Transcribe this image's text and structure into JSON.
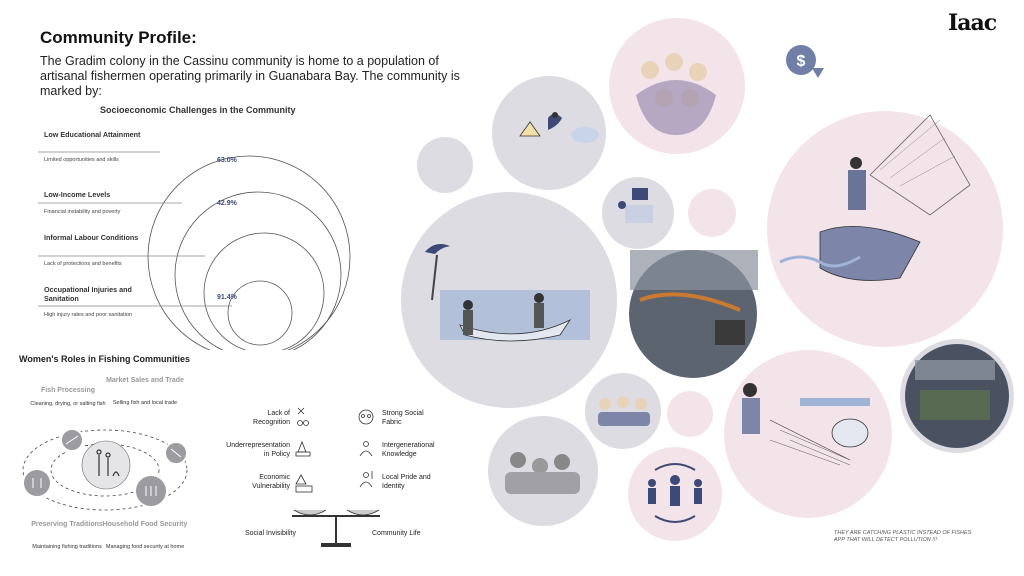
{
  "logo": {
    "text": "Iaac"
  },
  "profile": {
    "title": "Community Profile:",
    "intro": "The Gradim colony in the Cassinu community is home to a population of artisanal fishermen operating primarily in Guanabara Bay. The community is marked by:"
  },
  "challenges": {
    "title": "Socioeconomic Challenges in the Community",
    "items": [
      {
        "label": "Low Educational Attainment",
        "desc": "Limited opportunities and skills",
        "pct": "63.0%"
      },
      {
        "label": "Low-Income Levels",
        "desc": "Financial instability and poverty",
        "pct": "42.9%"
      },
      {
        "label": "Informal Labour Conditions",
        "desc": "Lack of protections and benefits",
        "pct": ""
      },
      {
        "label": "Occupational Injuries and Sanitation",
        "desc": "High injury rates and poor sanitation",
        "pct": "91.4%"
      }
    ]
  },
  "women": {
    "title": "Women's Roles in Fishing Communities",
    "roles": [
      {
        "title": "Fish Processing",
        "desc": "Cleaning, drying, or salting fish"
      },
      {
        "title": "Market Sales and Trade",
        "desc": "Selling fish and local trade"
      },
      {
        "title": "Preserving Traditions",
        "desc": "Maintaining fishing traditions"
      },
      {
        "title": "Household Food Security",
        "desc": "Managing food security at home"
      }
    ]
  },
  "balance": {
    "left": [
      "Lack of Recognition",
      "Underrepresentation in Policy",
      "Economic Vulnerability"
    ],
    "right": [
      "Strong Social Fabric",
      "Intergenerational Knowledge",
      "Local Pride and Identity"
    ],
    "left_base": "Social Invisibility",
    "right_base": "Community Life"
  },
  "caption": {
    "line1": "THEY ARE CATCHING PLASTIC INSTEAD OF FISHES",
    "line2": "APP THAT WILL DETECT POLLUTION !!!"
  },
  "colors": {
    "accent": "#3d4a78",
    "pink": "#f3e4ea",
    "grey": "#dcdce2"
  }
}
